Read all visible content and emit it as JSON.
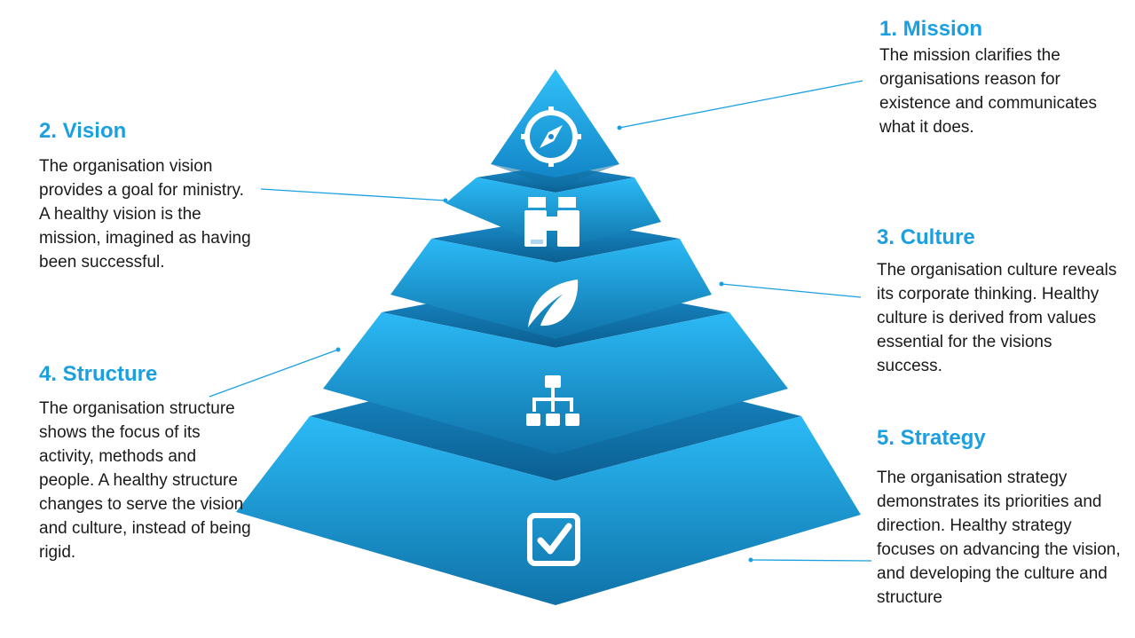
{
  "sections": [
    {
      "heading": "1. Mission",
      "text": "The mission clarifies the organisations reason for existence and communicates what it does.",
      "icon": "compass-icon"
    },
    {
      "heading": "2. Vision",
      "text": "The organisation vision provides a goal for ministry. A healthy vision is the mission, imagined as having been successful.",
      "icon": "binoculars-icon"
    },
    {
      "heading": "3. Culture",
      "text": "The organisation culture reveals its corporate thinking. Healthy culture is derived from values essential for the visions success.",
      "icon": "leaf-icon"
    },
    {
      "heading": "4. Structure",
      "text": "The organisation structure shows the focus of its activity, methods and people. A healthy structure changes to serve the vision and culture, instead of being rigid.",
      "icon": "org-chart-icon"
    },
    {
      "heading": "5. Strategy",
      "text": "The organisation strategy demonstrates its priorities and direction. Healthy strategy focuses on advancing the vision, and developing the culture and structure",
      "icon": "checkbox-icon"
    }
  ],
  "colors": {
    "heading": "#1a9fe0",
    "text": "#1a1a1a",
    "pyramid_top": "#22b4f5",
    "pyramid_bottom": "#0f6fa3",
    "connector": "#1a9fe0"
  }
}
